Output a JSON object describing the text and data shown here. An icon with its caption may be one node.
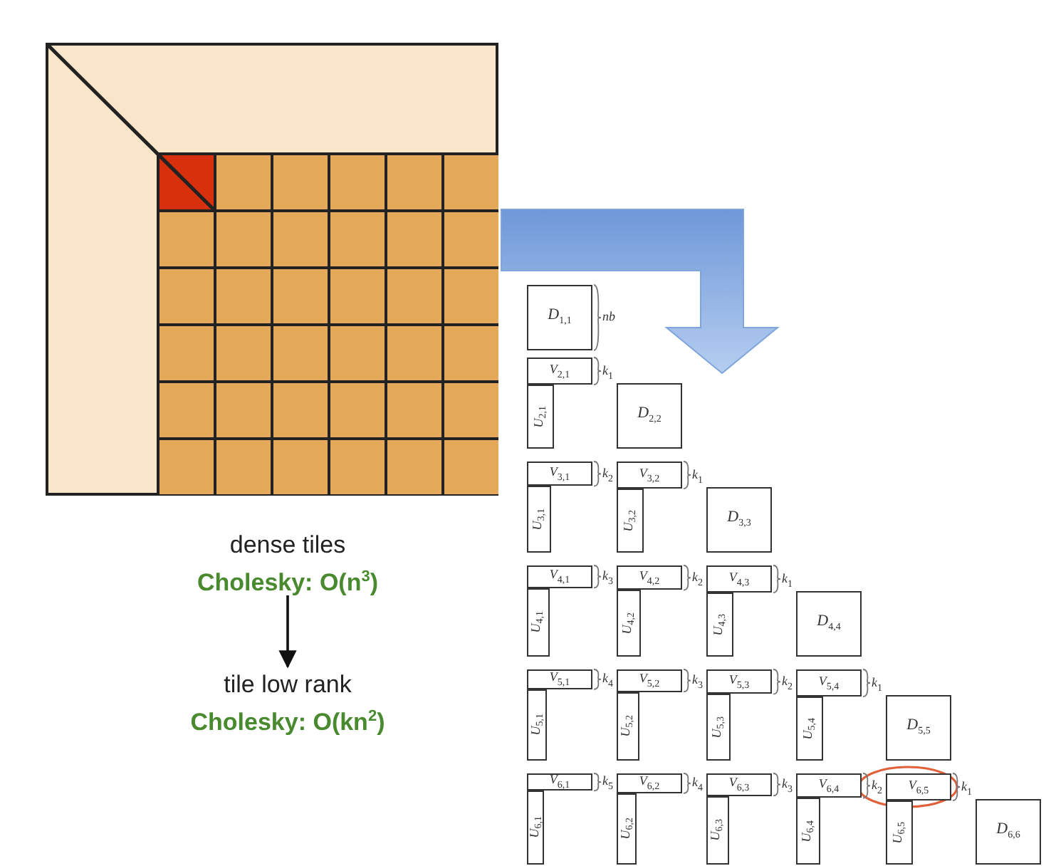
{
  "diagram": {
    "nodes": [
      {
        "text": [],
        "shape": "box"
      },
      {
        "text": [
          "dense tiles",
          "Cholesky: O(n$^{3}$)"
        ]
      },
      {
        "text": [
          "tile low rank",
          "Cholesky: O(kn$^{2}$)"
        ]
      },
      {
        "text": [
          "D$_{1,1}$"
        ],
        "beside": [
          "nb"
        ]
      },
      {
        "text": [
          "V$_{2,1}$"
        ],
        "beside": [
          "k$_{1}$"
        ]
      },
      {
        "text": [
          "U$_{2,1}$"
        ]
      },
      {
        "text": [
          "D$_{2,2}$"
        ]
      },
      {
        "text": [
          "V$_{3,1}$"
        ],
        "beside": [
          "k$_{2}$"
        ]
      },
      {
        "text": [
          "V$_{3,2}$"
        ],
        "beside": [
          "k$_{1}$"
        ]
      },
      {
        "text": [
          "U$_{3,1}$"
        ]
      },
      {
        "text": [
          "U$_{3,2}$"
        ]
      },
      {
        "text": [
          "D$_{3,3}$"
        ]
      },
      {
        "text": [
          "V$_{4,1}$"
        ],
        "beside": [
          "k$_{3}$"
        ]
      },
      {
        "text": [
          "V$_{4,2}$"
        ],
        "beside": [
          "k$_{2}$"
        ]
      },
      {
        "text": [
          "V$_{4,3}$"
        ],
        "beside": [
          "k$_{1}$"
        ]
      },
      {
        "text": [
          "U$_{4,1}$"
        ]
      },
      {
        "text": [
          "U$_{4,2}$"
        ]
      },
      {
        "text": [
          "U$_{4,3}$"
        ]
      },
      {
        "text": [
          "D$_{4,4}$"
        ]
      },
      {
        "text": [
          "V$_{5,1}$"
        ],
        "beside": [
          "k$_{4}$"
        ]
      },
      {
        "text": [
          "V$_{5,2}$"
        ],
        "beside": [
          "k$_{3}$"
        ]
      },
      {
        "text": [
          "V$_{5,3}$"
        ],
        "beside": [
          "k$_{2}$"
        ]
      },
      {
        "text": [
          "V$_{5,4}$"
        ],
        "beside": [
          "k$_{1}$"
        ]
      },
      {
        "text": [
          "U$_{5,1}$"
        ]
      },
      {
        "text": [
          "U$_{5,2}$"
        ]
      },
      {
        "text": [
          "U$_{5,3}$"
        ]
      },
      {
        "text": [
          "U$_{5,4}$"
        ]
      },
      {
        "text": [
          "D$_{5,5}$"
        ]
      },
      {
        "text": [
          "V$_{6,1}$"
        ],
        "beside": [
          "k$_{5}$"
        ]
      },
      {
        "text": [
          "V$_{6,2}$"
        ],
        "beside": [
          "k$_{4}$"
        ]
      },
      {
        "text": [
          "V$_{6,3}$"
        ],
        "beside": [
          "k$_{3}$"
        ]
      },
      {
        "text": [
          "V$_{6,4}$"
        ],
        "beside": [
          "k$_{2}$"
        ]
      },
      {
        "text": [
          "V$_{6,5}$"
        ],
        "beside": [
          "k$_{1}$"
        ]
      },
      {
        "text": [
          "U$_{6,1}$"
        ]
      },
      {
        "text": [
          "U$_{6,2}$"
        ]
      },
      {
        "text": [
          "U$_{6,3}$"
        ]
      },
      {
        "text": [
          "U$_{6,4}$"
        ]
      },
      {
        "text": [
          "U$_{6,5}$"
        ]
      },
      {
        "text": [
          "D$_{6,6}$"
        ]
      }
    ],
    "edges": [
      {
        "from": 0,
        "to": null,
        "arrow": "to",
        "style": "thick",
        "color": "#7fa6dc"
      },
      {
        "from": 1,
        "to": 2,
        "arrow": "to"
      }
    ]
  }
}
